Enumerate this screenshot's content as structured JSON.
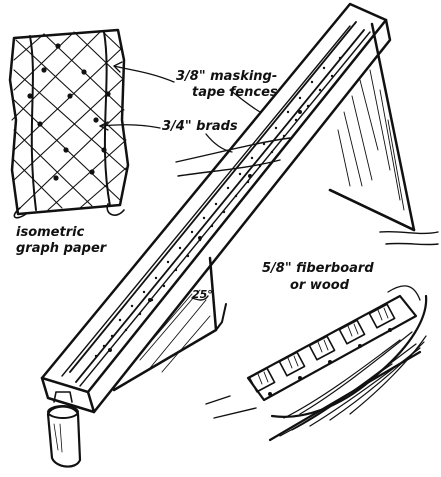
{
  "labels": {
    "masking_tape_line1": "3/8\" masking-",
    "masking_tape_line2": "tape fences",
    "brads": "3/4\" brads",
    "graph_paper_line1": "isometric",
    "graph_paper_line2": "graph paper",
    "fiberboard_line1": "5/8\" fiberboard",
    "fiberboard_line2": "or wood",
    "angle": "25°"
  }
}
